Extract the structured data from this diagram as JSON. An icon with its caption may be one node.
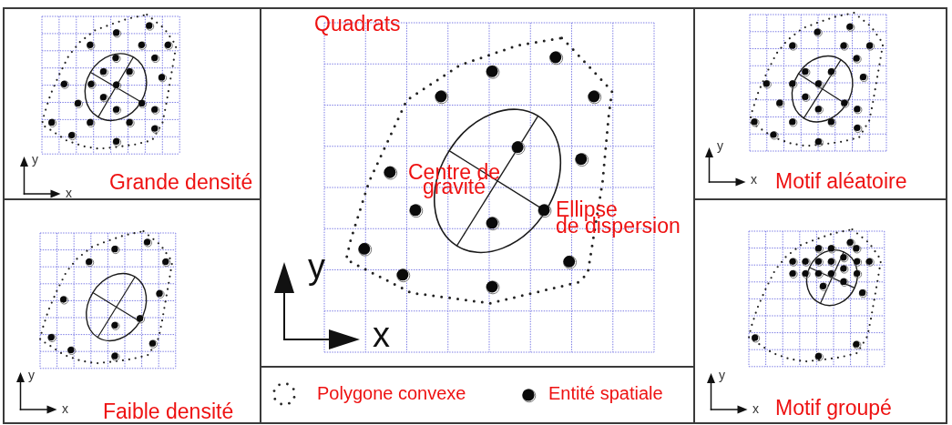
{
  "diagram": {
    "nodes": [
      {
        "text": [
          "y",
          "x",
          "Grande densité"
        ]
      },
      {
        "text": [
          "Quadrats",
          "Centre de gravité",
          "Ellipse de dispersion",
          "y",
          "x"
        ]
      },
      {
        "text": [
          "y",
          "x",
          "Motif aléatoire"
        ]
      },
      {
        "text": [
          "y",
          "x",
          "Faible densité"
        ]
      },
      {
        "text": [
          "y",
          "x",
          "Motif groupé"
        ]
      }
    ],
    "legend": [
      {
        "text": "Polygone convexe"
      },
      {
        "text": "Entité spatiale"
      }
    ]
  }
}
